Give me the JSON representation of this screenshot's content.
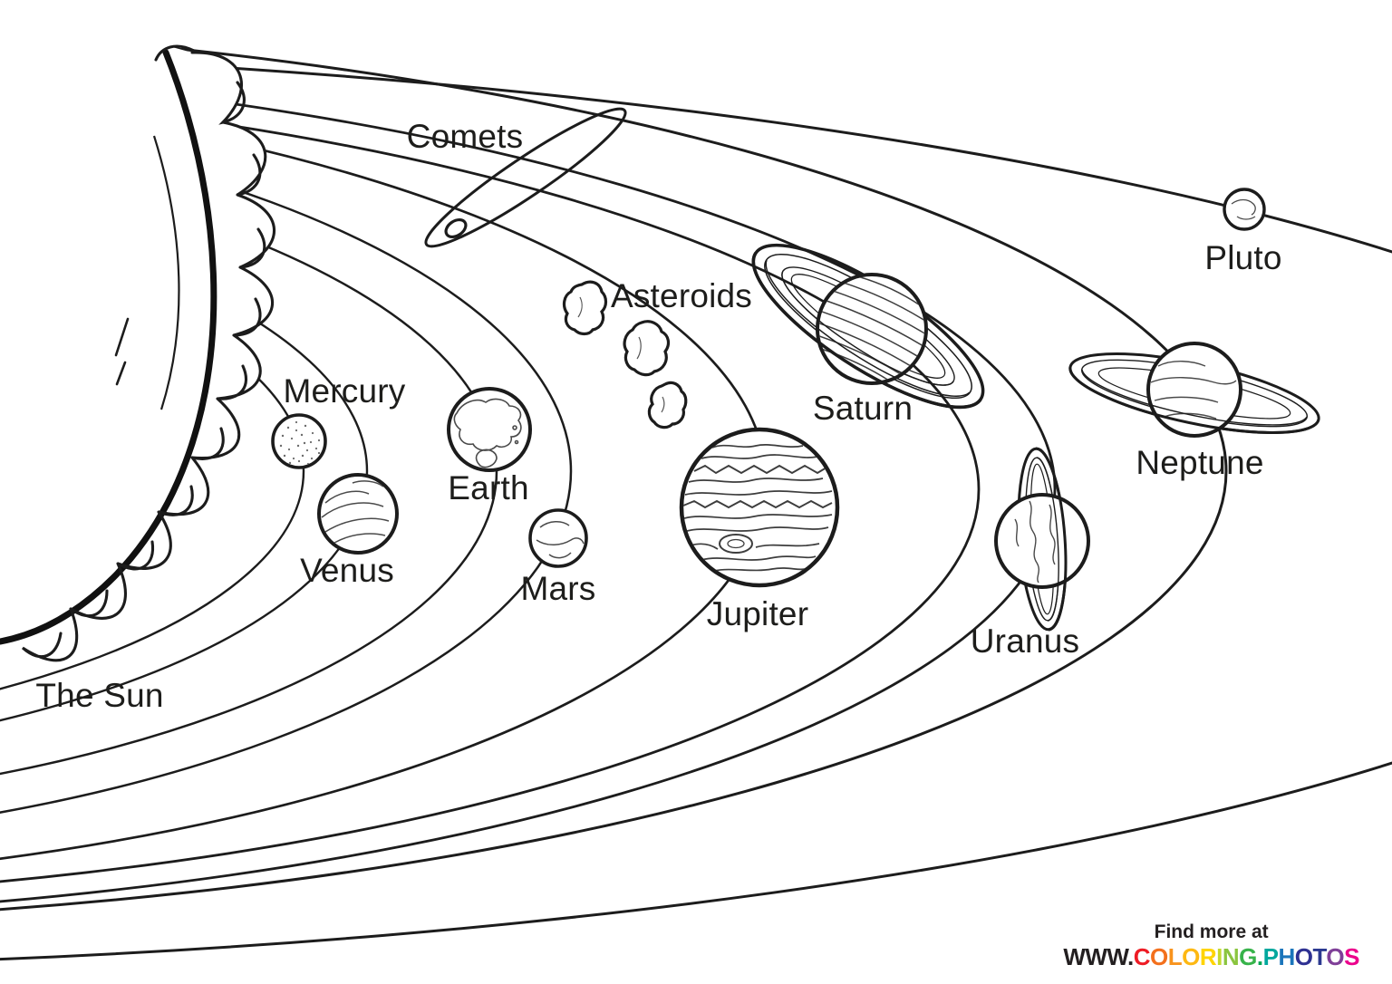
{
  "page": {
    "background": "#ffffff",
    "ink": "#1d1d1b"
  },
  "labels": {
    "sun": "The Sun",
    "mercury": "Mercury",
    "venus": "Venus",
    "earth": "Earth",
    "mars": "Mars",
    "jupiter": "Jupiter",
    "saturn": "Saturn",
    "uranus": "Uranus",
    "neptune": "Neptune",
    "pluto": "Pluto",
    "comets": "Comets",
    "asteroids": "Asteroids"
  },
  "footer": {
    "find_more": "Find more at",
    "site_prefix": "WWW.",
    "site_letters": [
      {
        "ch": "C",
        "color": "#ee1c25"
      },
      {
        "ch": "O",
        "color": "#f3701d"
      },
      {
        "ch": "L",
        "color": "#f8931d"
      },
      {
        "ch": "O",
        "color": "#fdb813"
      },
      {
        "ch": "R",
        "color": "#ffd400"
      },
      {
        "ch": "I",
        "color": "#c5d92d"
      },
      {
        "ch": "N",
        "color": "#8bc53f"
      },
      {
        "ch": "G",
        "color": "#37b34a"
      },
      {
        "ch": ".",
        "color": "#00a651"
      },
      {
        "ch": "P",
        "color": "#00a79d"
      },
      {
        "ch": "H",
        "color": "#1b75bb"
      },
      {
        "ch": "O",
        "color": "#2e3192"
      },
      {
        "ch": "T",
        "color": "#2b3990"
      },
      {
        "ch": "O",
        "color": "#7f3f98"
      },
      {
        "ch": "S",
        "color": "#ec008c"
      }
    ]
  }
}
